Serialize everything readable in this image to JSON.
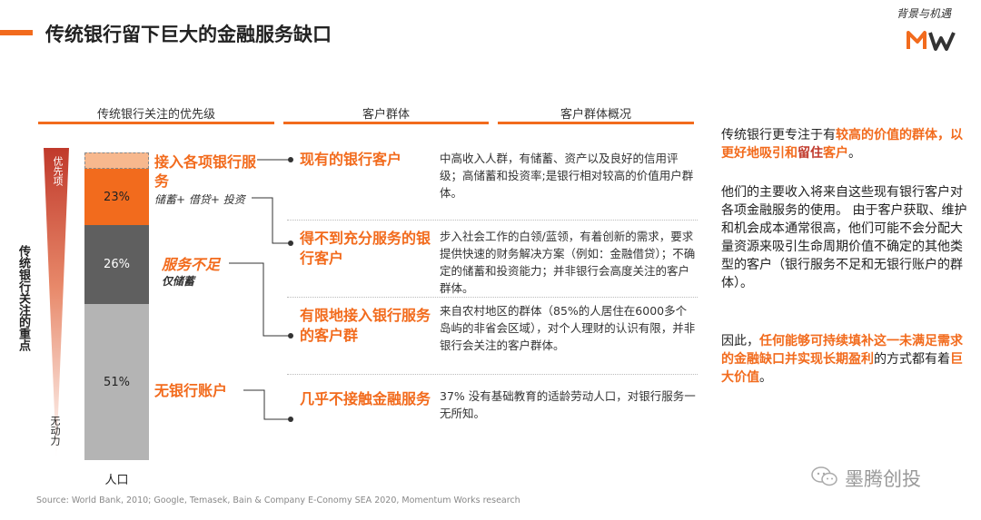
{
  "header": {
    "title": "传统银行留下巨大的金融服务缺口",
    "brand_tag": "背景与机遇",
    "logo_text": "MW"
  },
  "columns": {
    "priority": "传统银行关注的优先级",
    "segment": "客户群体",
    "overview": "客户群体概况"
  },
  "axis": {
    "vertical_label": "传统银行关注的重点",
    "top_label": "优先项",
    "bottom_label": "无动力",
    "bar_label": "人口"
  },
  "bar": {
    "segments": [
      {
        "value": "23%",
        "share": 0.23,
        "color": "#f26b1d"
      },
      {
        "value": "26%",
        "share": 0.26,
        "color": "#5f5f5f"
      },
      {
        "value": "51%",
        "share": 0.51,
        "color": "#b4b4b4"
      }
    ],
    "top_cap_color": "#f7b88e"
  },
  "priorities": [
    {
      "title": "接入各项银行服务",
      "sub": "储蓄+ 借贷+ 投资"
    },
    {
      "title": "服务不足",
      "sub": "仅储蓄"
    },
    {
      "title": "无银行账户",
      "sub": ""
    }
  ],
  "segments": [
    {
      "label": "现有的银行客户",
      "desc": "中高收入人群，有储蓄、资产以及良好的信用评级；高储蓄和投资率;是银行相对较高的价值用户群体。"
    },
    {
      "label": "得不到充分服务的银行客户",
      "desc": "步入社会工作的白领/蓝领，有着创新的需求，要求提供快速的财务解决方案（例如：金融借贷）；不确定的储蓄和投资能力；并非银行会高度关注的客户群体。"
    },
    {
      "label": "有限地接入银行服务的客户群",
      "desc": "来自农村地区的群体（85%的人居住在6000多个岛屿的非省会区域），对个人理财的认识有限，并非银行会关注的客户群体。"
    },
    {
      "label": "几乎不接触金融服务",
      "desc": "37% 没有基础教育的适龄劳动人口，对银行服务一无所知。"
    }
  ],
  "right_panel": {
    "p1_a": "传统银行更专注于有",
    "p1_hl1": "较高的价值的群体，以更好地吸引和",
    "p1_hl2": "留住",
    "p1_hl3": "客户",
    "p1_b": "。",
    "p2": "他们的主要收入将来自这些现有银行客户对各项金融服务的使用。 由于客户获取、维护和机会成本通常很高，他们可能不会分配大量资源来吸引生命周期价值不确定的其他类型的客户（银行服务不足和无银行账户的群体）。",
    "p3_a": "因此，",
    "p3_hl1": "任何能够可持续填补这一未满足需求的金融缺口并实现长期盈利",
    "p3_b": "的方式都有着",
    "p3_hl2": "巨大价值",
    "p3_c": "。"
  },
  "footer": {
    "source": "Source: World Bank, 2010; Google, Temasek, Bain & Company E-Conomy SEA 2020, Momentum Works research",
    "watermark": "墨腾创投"
  },
  "colors": {
    "accent": "#f26b1d",
    "dark_red": "#c0392b"
  }
}
